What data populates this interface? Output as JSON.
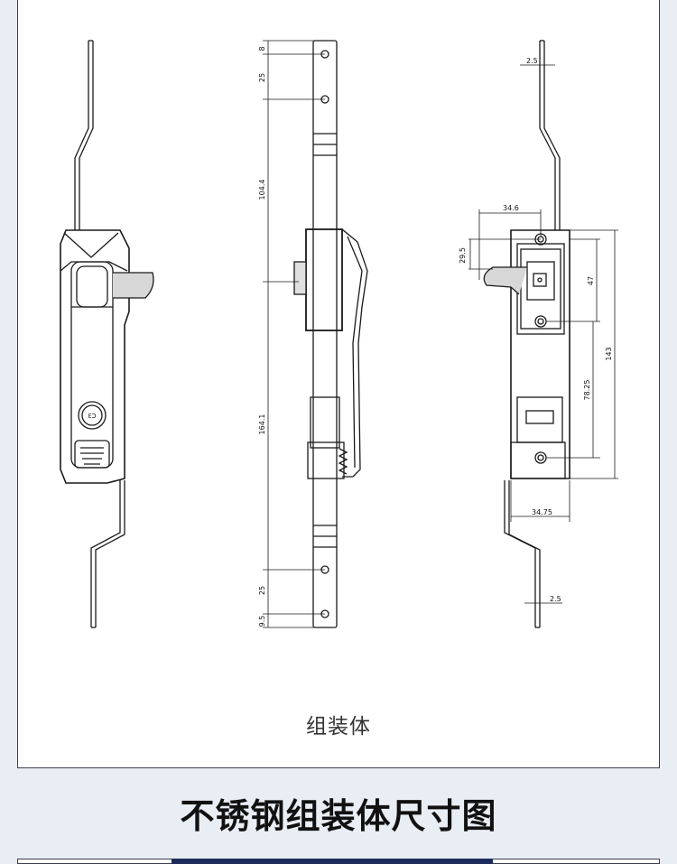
{
  "diagram": {
    "caption": "组装体",
    "title": "不锈钢组装体尺寸图",
    "middle_dims": {
      "top_margin": "8",
      "top_hole_spacing": "25",
      "upper_length": "104.4",
      "lower_length": "164.1",
      "bottom_hole_spacing": "25",
      "bottom_margin": "9.5"
    },
    "right_dims": {
      "rod_width_top": "2.5",
      "handle_width": "34.6",
      "handle_offset": "29.5",
      "housing_height": "47",
      "lower_offset": "78.25",
      "total_height": "143",
      "body_width": "34.75",
      "rod_width_bottom": "2.5"
    }
  },
  "colors": {
    "line": "#1a1a1a",
    "background": "#e9edf4",
    "accent": "#1d2c5c"
  }
}
